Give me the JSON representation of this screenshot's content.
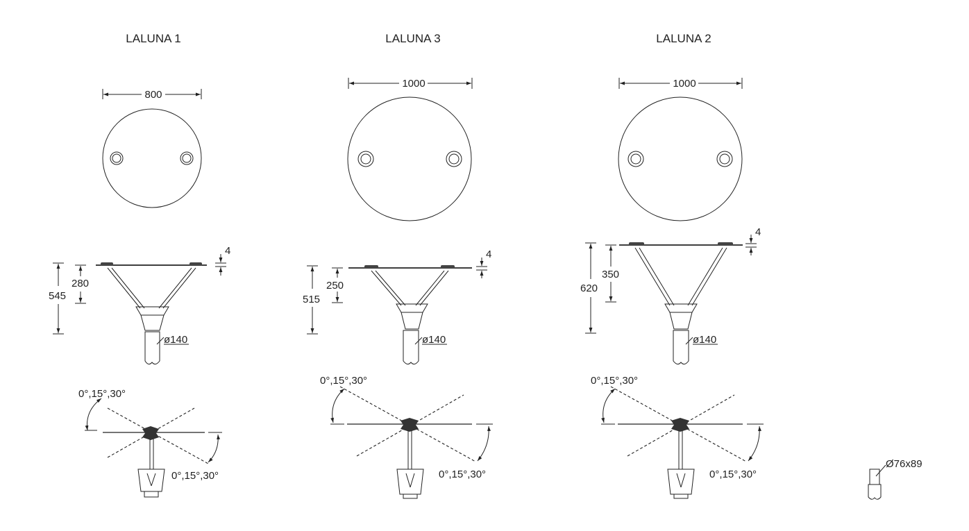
{
  "models": [
    {
      "title": "LALUNA 1",
      "diameter": "800",
      "total_height": "545",
      "arm_height": "280",
      "disc_thickness": "4",
      "pole": "ø140",
      "tilt_top": "0°,15°,30°",
      "tilt_bottom": "0°,15°,30°"
    },
    {
      "title": "LALUNA 3",
      "diameter": "1000",
      "total_height": "515",
      "arm_height": "250",
      "disc_thickness": "4",
      "pole": "ø140",
      "tilt_top": "0°,15°,30°",
      "tilt_bottom": "0°,15°,30°"
    },
    {
      "title": "LALUNA 2",
      "diameter": "1000",
      "total_height": "620",
      "arm_height": "350",
      "disc_thickness": "4",
      "pole": "ø140",
      "tilt_top": "0°,15°,30°",
      "tilt_bottom": "0°,15°,30°"
    }
  ],
  "adapter": {
    "label": "Ø76x89"
  }
}
